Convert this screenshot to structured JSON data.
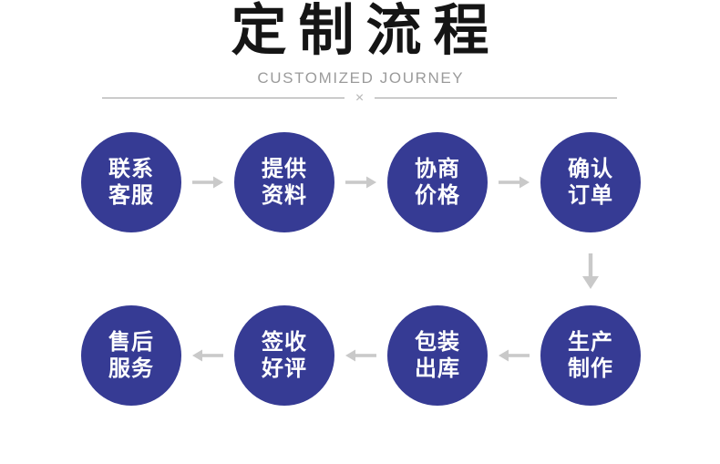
{
  "header": {
    "title": "定制流程",
    "subtitle": "CUSTOMIZED JOURNEY",
    "divider_symbol": "×"
  },
  "colors": {
    "circle": "#363b94",
    "circle_text": "#ffffff",
    "arrow": "#c9c9c9",
    "title": "#151515",
    "subtitle": "#9b9b9b",
    "divider": "#a0a0a0",
    "divider_x": "#b5b5b5",
    "background": "#ffffff"
  },
  "flow": {
    "row1_direction": "right",
    "row2_direction": "left",
    "connector_direction": "down",
    "row1": [
      {
        "line1": "联系",
        "line2": "客服"
      },
      {
        "line1": "提供",
        "line2": "资料"
      },
      {
        "line1": "协商",
        "line2": "价格"
      },
      {
        "line1": "确认",
        "line2": "订单"
      }
    ],
    "row2": [
      {
        "line1": "售后",
        "line2": "服务"
      },
      {
        "line1": "签收",
        "line2": "好评"
      },
      {
        "line1": "包装",
        "line2": "出库"
      },
      {
        "line1": "生产",
        "line2": "制作"
      }
    ]
  }
}
